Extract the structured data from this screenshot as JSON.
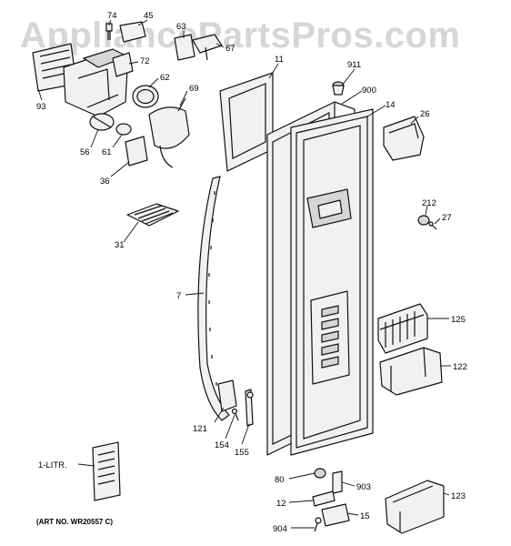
{
  "watermark": "AppliancePartsPros.com",
  "art_number": "(ART NO. WR20557 C)",
  "callouts": {
    "p74": "74",
    "p45": "45",
    "p63": "63",
    "p67": "67",
    "p72": "72",
    "p62": "62",
    "p93": "93",
    "p69": "69",
    "p56": "56",
    "p61": "61",
    "p36": "36",
    "p11": "11",
    "p911": "911",
    "p900": "900",
    "p14": "14",
    "p26": "26",
    "p212": "212",
    "p27": "27",
    "p31": "31",
    "p7": "7",
    "p125": "125",
    "p122": "122",
    "p121": "121",
    "p154": "154",
    "p155": "155",
    "p1litr": "1-LITR.",
    "p80": "80",
    "p903": "903",
    "p12": "12",
    "p15": "15",
    "p123": "123",
    "p904": "904"
  }
}
